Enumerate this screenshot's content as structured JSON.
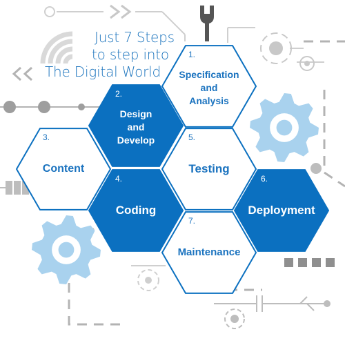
{
  "title": {
    "line1": "Just 7 Steps",
    "line2": "to step into",
    "line3": "The Digital World"
  },
  "colors": {
    "primary": "#0b70c0",
    "outline": "#0b70c0",
    "text_dark": "#1b73bf",
    "decor_gray": "#b3b3b3",
    "gear_light": "#a9d2ee"
  },
  "steps": [
    {
      "number": "1.",
      "label": "Specification and Analysis",
      "lines": [
        "Specification",
        "and",
        "Analysis"
      ],
      "filled": false
    },
    {
      "number": "2.",
      "label": "Design and Develop",
      "lines": [
        "Design",
        "and",
        "Develop"
      ],
      "filled": true
    },
    {
      "number": "3.",
      "label": "Content",
      "lines": [
        "Content"
      ],
      "filled": false
    },
    {
      "number": "4.",
      "label": "Coding",
      "lines": [
        "Coding"
      ],
      "filled": true
    },
    {
      "number": "5.",
      "label": "Testing",
      "lines": [
        "Testing"
      ],
      "filled": false
    },
    {
      "number": "6.",
      "label": "Deployment",
      "lines": [
        "Deployment"
      ],
      "filled": true
    },
    {
      "number": "7.",
      "label": "Maintenance",
      "lines": [
        "Maintenance"
      ],
      "filled": false
    }
  ],
  "decor_icons": [
    "wrench-icon",
    "gear-icon",
    "wifi-icon",
    "chevrons-right-icon",
    "chevrons-left-icon",
    "battery-icon",
    "usb-icon",
    "capacitor-icon"
  ]
}
